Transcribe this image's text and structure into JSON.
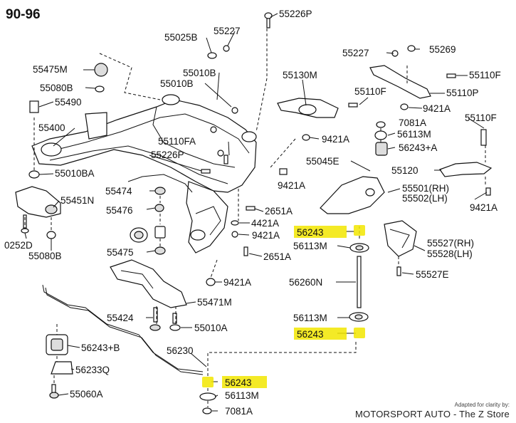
{
  "title": "90-96",
  "credit": {
    "small": "Adapted for clarity by:",
    "main": "MOTORSPORT AUTO - The Z Store"
  },
  "highlight_color": "#f2e600",
  "labels": {
    "p55226P_top": "55226P",
    "p55025B": "55025B",
    "p55227_a": "55227",
    "p55227_b": "55227",
    "p55269": "55269",
    "p55475M": "55475M",
    "p55010B_a": "55010B",
    "p55010B_b": "55010B",
    "p55130M": "55130M",
    "p55110F_a": "55110F",
    "p55110P": "55110P",
    "p55080B_a": "55080B",
    "p55490": "55490",
    "p55110F_b": "55110F",
    "p9421A_a": "9421A",
    "p7081A_a": "7081A",
    "p55110F_c": "55110F",
    "p55400": "55400",
    "p56113M_a": "56113M",
    "p9421A_b": "9421A",
    "p55110FA": "55110FA",
    "p56243A": "56243+A",
    "p55226P_b": "55226P",
    "p55010BA": "55010BA",
    "p55045E": "55045E",
    "p55120": "55120",
    "p9421A_c": "9421A",
    "p55474": "55474",
    "p55501": "55501(RH)",
    "p55502": "55502(LH)",
    "p55451N": "55451N",
    "p2651A_a": "2651A",
    "p9421A_d": "9421A",
    "p55476": "55476",
    "p4421A": "4421A",
    "p56243_hl1": "56243",
    "p9421A_e": "9421A",
    "p55527RH": "55527(RH)",
    "p0252D": "0252D",
    "p56113M_b": "56113M",
    "p55528LH": "55528(LH)",
    "p55080B_b": "55080B",
    "p55475": "55475",
    "p2651A_b": "2651A",
    "p55527E": "55527E",
    "p9421A_f": "9421A",
    "p56260N": "56260N",
    "p55471M": "55471M",
    "p55424": "55424",
    "p55010A": "55010A",
    "p56113M_c": "56113M",
    "p56243_hl2": "56243",
    "p56243B": "56243+B",
    "p56230": "56230",
    "p56233Q": "56233Q",
    "p56243_hl3": "56243",
    "p55060A": "55060A",
    "p56113M_d": "56113M",
    "p7081A_b": "7081A"
  }
}
